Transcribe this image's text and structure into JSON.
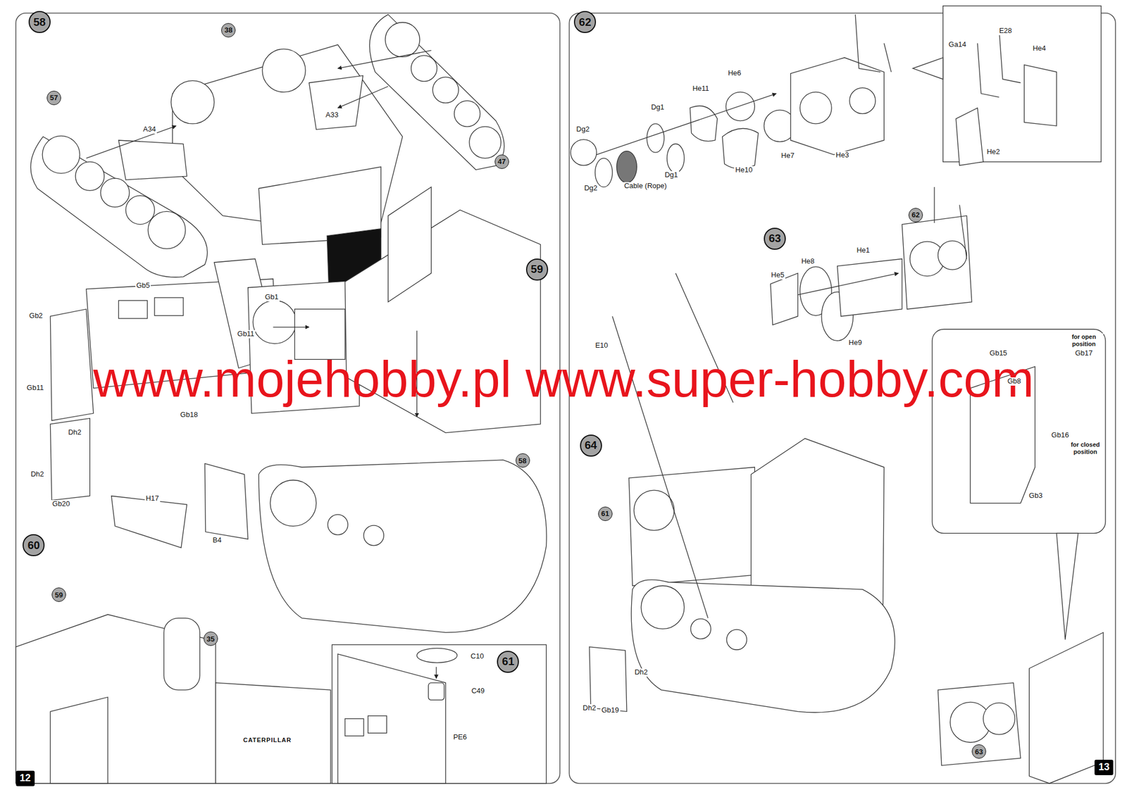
{
  "diagram": {
    "nodes": [
      {
        "text": [
          "58"
        ]
      },
      {
        "text": [
          "38"
        ]
      },
      {
        "text": [
          "57"
        ]
      },
      {
        "text": [
          "47"
        ]
      },
      {
        "text": [
          "59"
        ]
      },
      {
        "text": [
          "58"
        ]
      },
      {
        "text": [
          "60"
        ]
      },
      {
        "text": [
          "59"
        ]
      },
      {
        "text": [
          "35"
        ]
      },
      {
        "text": [
          "61"
        ]
      },
      {
        "text": [
          "12"
        ]
      },
      {
        "text": [
          "62"
        ]
      },
      {
        "text": [
          "63"
        ]
      },
      {
        "text": [
          "62"
        ]
      },
      {
        "text": [
          "64"
        ]
      },
      {
        "text": [
          "61"
        ]
      },
      {
        "text": [
          "63"
        ]
      },
      {
        "text": [
          "13"
        ]
      }
    ],
    "labels": [
      "A33",
      "A34",
      "Gb5",
      "Gb2",
      "Gb1",
      "Gb11",
      "Gb11",
      "Gb18",
      "Dh2",
      "Dh2",
      "Gb20",
      "H17",
      "B4",
      "C10",
      "C49",
      "PE6",
      "CATERPILLAR",
      "www.mojehobby.pl www.super-hobby.com",
      "Dg2",
      "Dg2",
      "Dg1",
      "Dg1",
      "Cable (Rope)",
      "He11",
      "He6",
      "He10",
      "He7",
      "He3",
      "Ga14",
      "E28",
      "He4",
      "He2",
      "He5",
      "He8",
      "He1",
      "He9",
      "E10",
      "Gb15",
      "for open position",
      "Gb17",
      "Gb8",
      "Gb16",
      "for closed position",
      "Gb3",
      "Dh2",
      "Dh2",
      "Gb19"
    ]
  }
}
